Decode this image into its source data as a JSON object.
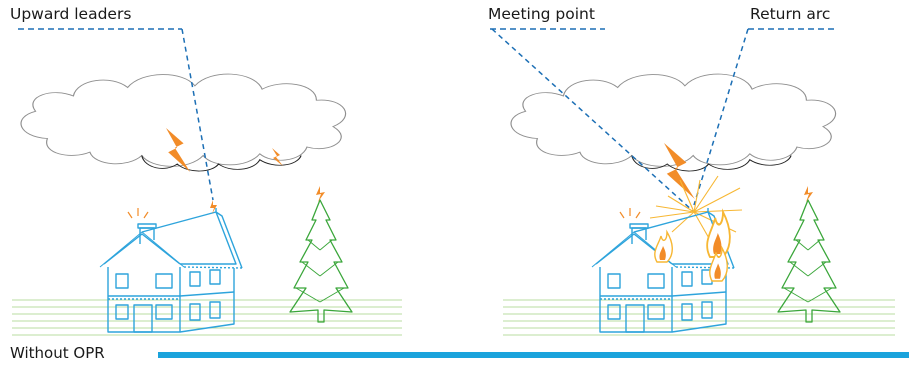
{
  "labels": {
    "upward_leaders": "Upward leaders",
    "meeting_point": "Meeting point",
    "return_arc": "Return arc",
    "without_opr": "Without OPR"
  },
  "colors": {
    "house_blue": "#2ea4dc",
    "bar_blue": "#1aa3dc",
    "leader_dash": "#1c6fb5",
    "bolt_orange": "#f28c28",
    "flame_yellow": "#f7b733",
    "tree_green": "#3aa63a",
    "ground_green": "#b8dca0",
    "cloud_gray": "#9a9a9a",
    "cloud_dark": "#222222"
  },
  "icons": [
    "cloud-icon",
    "lightning-bolt-icon",
    "house-icon",
    "tree-icon",
    "spark-icon",
    "fire-icon"
  ]
}
